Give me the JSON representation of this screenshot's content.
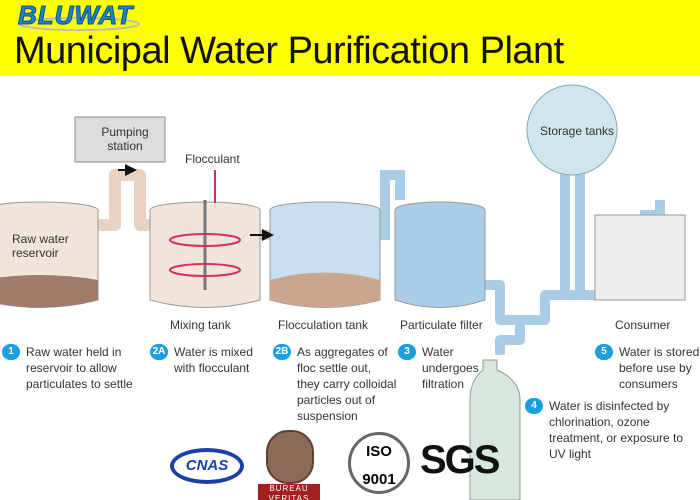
{
  "header": {
    "title": "Municipal Water Purification Plant",
    "logo_text": "BLUWAT"
  },
  "diagram": {
    "labels": {
      "pumping_station": "Pumping station",
      "flocculant": "Flocculant",
      "raw_water": "Raw water reservoir",
      "mixing_tank": "Mixing tank",
      "flocculation_tank": "Flocculation tank",
      "particulate_filter": "Particulate filter",
      "storage_tanks": "Storage tanks",
      "consumer": "Consumer"
    },
    "steps": [
      {
        "num": "1",
        "text": "Raw water held in reservoir to allow particulates to settle"
      },
      {
        "num": "2A",
        "text": "Water is mixed with flocculant"
      },
      {
        "num": "2B",
        "text": "As aggregates of floc settle out, they carry colloidal particles out of suspension"
      },
      {
        "num": "3",
        "text": "Water undergoes filtration"
      },
      {
        "num": "4",
        "text": "Water is disinfected by chlorination, ozone treatment, or exposure to UV light"
      },
      {
        "num": "5",
        "text": "Water is stored before use by consumers"
      }
    ]
  },
  "certifications": {
    "iso": "ISO 9001",
    "sgs": "SGS",
    "cnas": "CNAS",
    "bv": "BUREAU VERITAS"
  },
  "colors": {
    "banner": "#ffff00",
    "step_badge": "#1aa0e0",
    "water": "#a9cde6",
    "pipe": "#e8d2c2"
  }
}
